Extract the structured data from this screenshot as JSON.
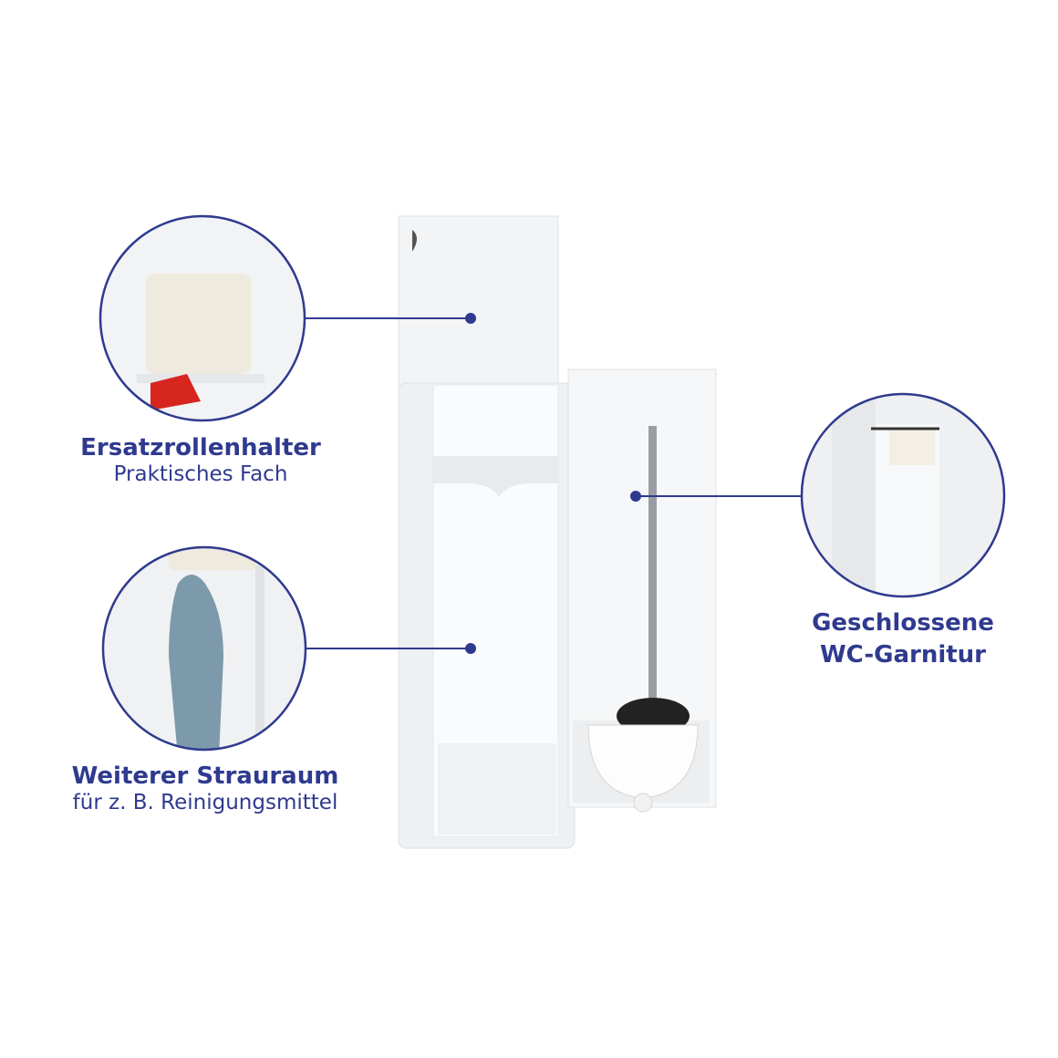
{
  "callouts": [
    {
      "title": "Ersatzrollenhalter",
      "subtitle": "Praktisches Fach"
    },
    {
      "title": "Weiterer Strauraum",
      "subtitle": "für z. B. Reinigungsmittel"
    },
    {
      "title": "Geschlossene",
      "subtitle": "WC-Garnitur"
    }
  ],
  "colors": {
    "accent": "#2f3a8f",
    "product": "#f4f5f6"
  }
}
